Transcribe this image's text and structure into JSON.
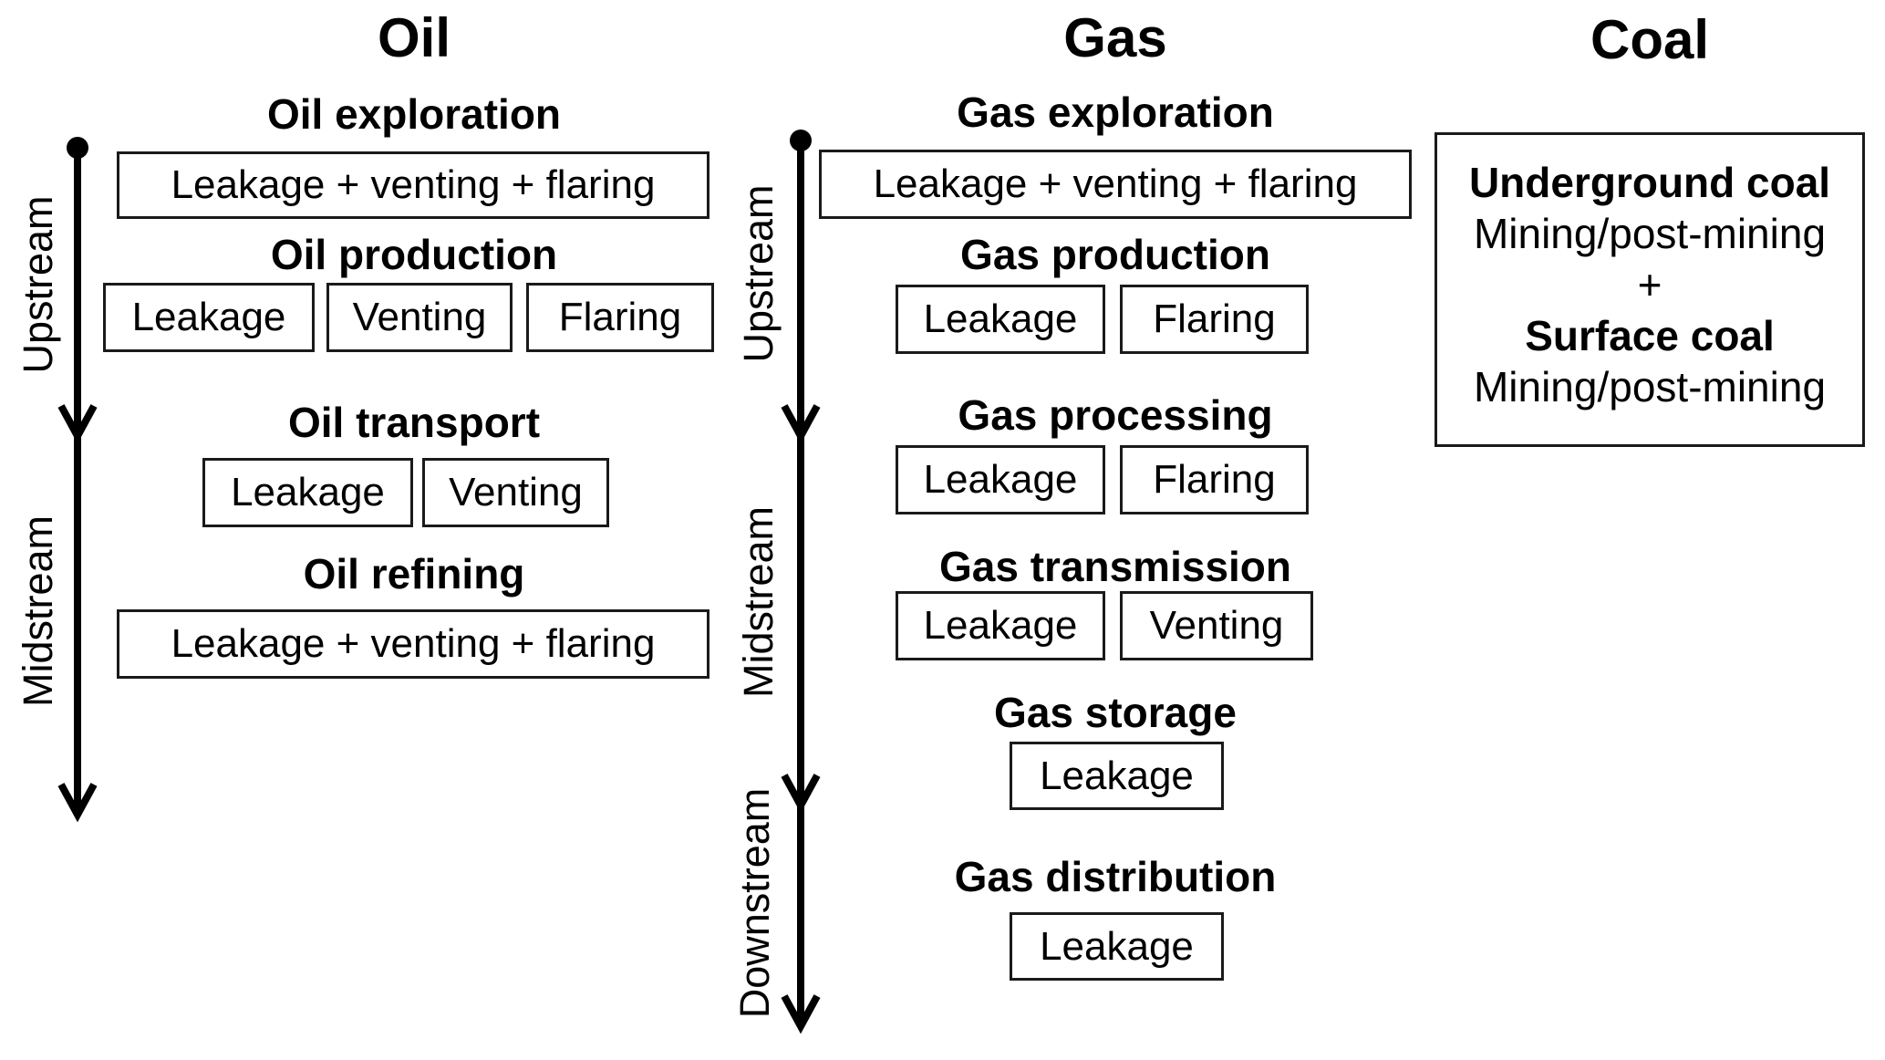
{
  "diagram": {
    "columns": {
      "oil": {
        "title": "Oil",
        "streams": [
          {
            "label": "Upstream"
          },
          {
            "label": "Midstream"
          }
        ],
        "sections": [
          {
            "title": "Oil exploration",
            "boxes": [
              "Leakage + venting + flaring"
            ]
          },
          {
            "title": "Oil production",
            "boxes": [
              "Leakage",
              "Venting",
              "Flaring"
            ]
          },
          {
            "title": "Oil transport",
            "boxes": [
              "Leakage",
              "Venting"
            ]
          },
          {
            "title": "Oil refining",
            "boxes": [
              "Leakage + venting + flaring"
            ]
          }
        ]
      },
      "gas": {
        "title": "Gas",
        "streams": [
          {
            "label": "Upstream"
          },
          {
            "label": "Midstream"
          },
          {
            "label": "Downstream"
          }
        ],
        "sections": [
          {
            "title": "Gas exploration",
            "boxes": [
              "Leakage + venting + flaring"
            ]
          },
          {
            "title": "Gas production",
            "boxes": [
              "Leakage",
              "Flaring"
            ]
          },
          {
            "title": "Gas processing",
            "boxes": [
              "Leakage",
              "Flaring"
            ]
          },
          {
            "title": "Gas transmission",
            "boxes": [
              "Leakage",
              "Venting"
            ]
          },
          {
            "title": "Gas storage",
            "boxes": [
              "Leakage"
            ]
          },
          {
            "title": "Gas distribution",
            "boxes": [
              "Leakage"
            ]
          }
        ]
      },
      "coal": {
        "title": "Coal",
        "box_lines": [
          "Underground coal",
          "Mining/post-mining",
          "+",
          "Surface coal",
          "Mining/post-mining"
        ]
      }
    },
    "colors": {
      "ink": "#000000",
      "box_border": "#1a1a1a",
      "background": "#ffffff"
    }
  }
}
